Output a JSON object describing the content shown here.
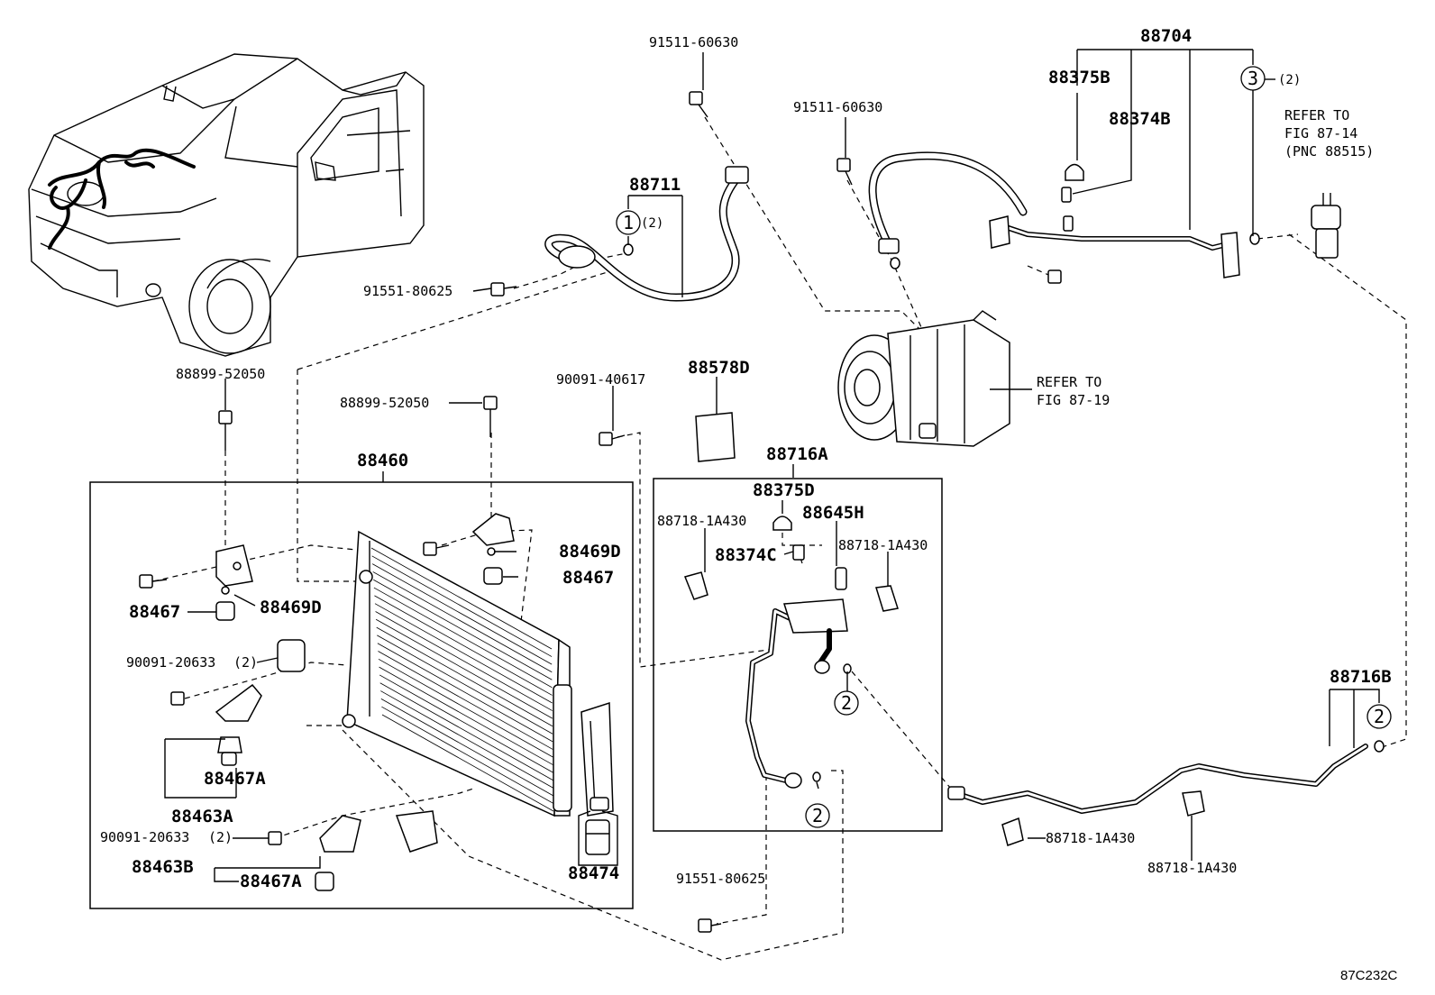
{
  "callouts": {
    "c1": "91511-60630",
    "c2": "88704",
    "c3": "88375B",
    "c4": "88374B",
    "c5": "91511-60630",
    "c6": "88711",
    "c7": "91551-80625",
    "c8": "88899-52050",
    "c9": "88899-52050",
    "c10": "90091-40617",
    "c11": "88578D",
    "c12": "88716A",
    "c13": "88460",
    "c14": "88375D",
    "c15": "88645H",
    "c16": "88718-1A430",
    "c17": "88718-1A430",
    "c18": "88374C",
    "c19": "88469D",
    "c20": "88467",
    "c21": "88467",
    "c22": "88469D",
    "c23": "90091-20633",
    "c24": "88467A",
    "c25": "88463A",
    "c26": "90091-20633",
    "c27": "88463B",
    "c28": "88467A",
    "c29": "88474",
    "c30": "91551-80625",
    "c31": "88716B",
    "c32": "88718-1A430",
    "c33": "88718-1A430"
  },
  "quantities": {
    "q1": "(2)",
    "q2": "(2)",
    "q3": "(2)",
    "q4": "(2)"
  },
  "index_markers": {
    "m1": "1",
    "m2": "2",
    "m3": "2",
    "m4": "2",
    "m5": "3"
  },
  "notes": {
    "refer_expansion": [
      "REFER TO",
      "FIG 87-14",
      "(PNC 88515)"
    ],
    "refer_compressor": [
      "REFER TO",
      "FIG 87-19"
    ]
  },
  "figure_code": "87C232C"
}
